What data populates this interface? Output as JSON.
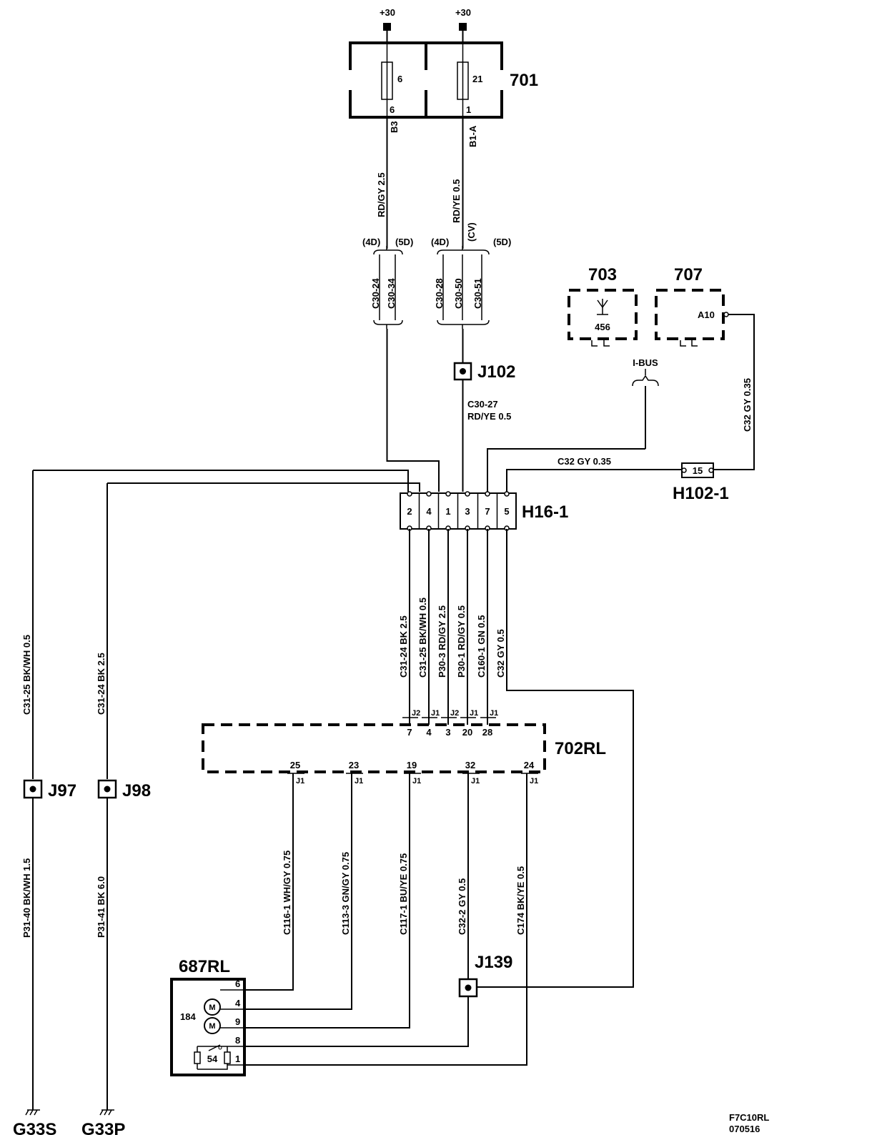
{
  "power": {
    "left": "+30",
    "right": "+30"
  },
  "fuse_box": {
    "id": "701",
    "fuse_left": "6",
    "fuse_left_pin": "6",
    "fuse_left_term": "B3",
    "fuse_right": "21",
    "fuse_right_pin": "1",
    "fuse_right_term": "B1-A"
  },
  "wires_top": {
    "left": "RD/GY  2.5",
    "right": "RD/YE  0.5"
  },
  "connectors_top": {
    "left_group_variants": [
      "(4D)",
      "(5D)"
    ],
    "left_group_pins": [
      "C30-24",
      "C30-34"
    ],
    "right_group_variants": [
      "(4D)",
      "(CV)",
      "(5D)"
    ],
    "right_group_pins": [
      "C30-28",
      "C30-50",
      "C30-51"
    ]
  },
  "j102": {
    "id": "J102",
    "wire_code": "C30-27",
    "wire_spec": "RD/YE  0.5"
  },
  "module_703": {
    "id": "703",
    "pin": "456"
  },
  "module_707": {
    "id": "707",
    "pin": "A10"
  },
  "ibus": {
    "label": "I-BUS"
  },
  "wire_707": {
    "label": "C32   GY   0.35"
  },
  "wire_h102": {
    "label": "C32   GY   0.35"
  },
  "h102": {
    "id": "H102-1",
    "pin": "15"
  },
  "h16": {
    "id": "H16-1",
    "pins": [
      "2",
      "4",
      "1",
      "3",
      "7",
      "5"
    ]
  },
  "h16_wires": [
    "C31-24  BK   2.5",
    "C31-25  BK/WH  0.5",
    "P30-3   RD/GY  2.5",
    "P30-1   RD/GY  0.5",
    "C160-1  GN    0.5",
    "C32   GY   0.5"
  ],
  "ecu": {
    "id": "702RL",
    "top_pins": [
      "7",
      "4",
      "3",
      "20",
      "28"
    ],
    "top_blocks": [
      "J2",
      "J1",
      "J2",
      "J1",
      "J1"
    ],
    "bottom_pins": [
      "25",
      "23",
      "19",
      "32",
      "24"
    ],
    "bottom_blocks": [
      "J1",
      "J1",
      "J1",
      "J1",
      "J1"
    ]
  },
  "ecu_wires": [
    "C116-1  WH/GY   0.75",
    "C113-3  GN/GY   0.75",
    "C117-1 BU/YE   0.75",
    "C32-2   GY   0.5",
    "C174  BK/YE   0.5"
  ],
  "ground_left": {
    "wire_upper": "C31-25 BK/WH  0.5",
    "splice": "J97",
    "wire_lower": "P31-40 BK/WH  1.5",
    "ground": "G33S"
  },
  "ground_right": {
    "wire_upper": "C31-24  BK  2.5",
    "splice": "J98",
    "wire_lower": "P31-41  BK   6.0",
    "ground": "G33P"
  },
  "j139": {
    "id": "J139"
  },
  "motor": {
    "id": "687RL",
    "motor_label": "184",
    "motor_symbol": "M",
    "switch_label": "54",
    "pins": [
      "6",
      "4",
      "9",
      "8",
      "1"
    ]
  },
  "footer": {
    "code": "F7C10RL",
    "date": "070516"
  }
}
